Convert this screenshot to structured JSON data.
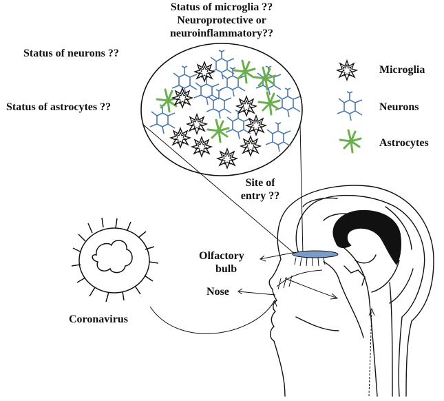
{
  "labels": {
    "microglia_status_line1": "Status of microglia ??",
    "microglia_status_line2": "Neuroprotective or",
    "microglia_status_line3": "neuroinflammatory??",
    "neurons_status": "Status of neurons ??",
    "astrocytes_status": "Status of astrocytes ??",
    "site_line1": "Site of",
    "site_line2": "entry ??",
    "olfactory_line1": "Olfactory",
    "olfactory_line2": "bulb",
    "nose": "Nose",
    "coronavirus": "Coronavirus"
  },
  "legend": [
    {
      "label": "Microglia",
      "icon": "microglia-icon"
    },
    {
      "label": "Neurons",
      "icon": "neuron-icon"
    },
    {
      "label": "Astrocytes",
      "icon": "astrocyte-icon"
    }
  ],
  "colors": {
    "ink": "#111111",
    "neuron": "#4a78b0",
    "astrocyte": "#6ab04c",
    "bulb": "#7a9cc6"
  }
}
